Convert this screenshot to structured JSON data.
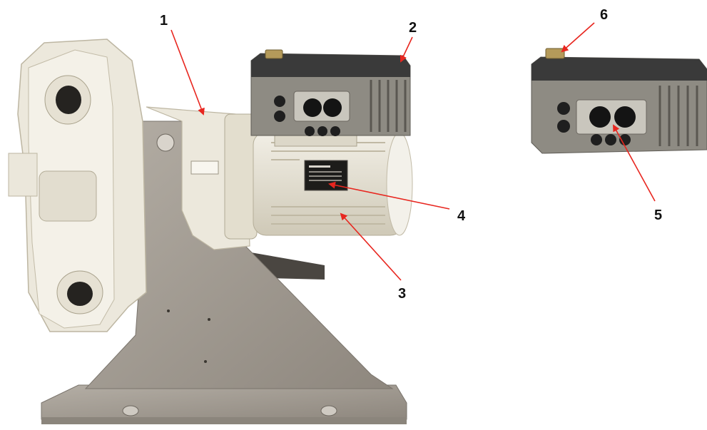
{
  "colors": {
    "arrow": "#e8261f",
    "body_cream": "#e9e5d8",
    "body_shadow": "#c9c3b0",
    "steel": "#a39d94",
    "steel_dark": "#7a746c",
    "inverter_top": "#3d3d3d",
    "inverter_body": "#8d8a82",
    "black": "#141414"
  },
  "callouts": [
    {
      "id": "1",
      "label": "1",
      "part": "gear-housing"
    },
    {
      "id": "2",
      "label": "2",
      "part": "inverter-housing"
    },
    {
      "id": "3",
      "label": "3",
      "part": "motor-fins"
    },
    {
      "id": "4",
      "label": "4",
      "part": "motor-nameplate"
    },
    {
      "id": "5",
      "label": "5",
      "part": "control-knob"
    },
    {
      "id": "6",
      "label": "6",
      "part": "connector-plug"
    }
  ],
  "icons": [
    "pump-assembly-photo",
    "inverter-detail-photo",
    "red-pointer-arrow"
  ]
}
